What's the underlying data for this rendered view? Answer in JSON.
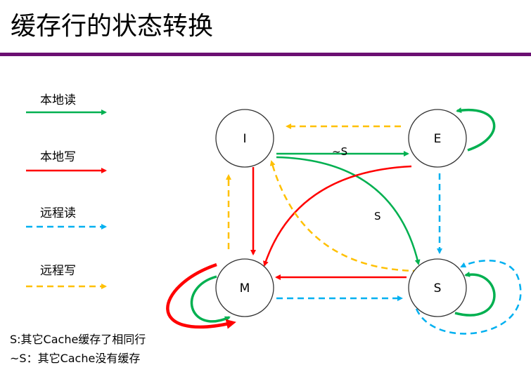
{
  "title": "缓存行的状态转换",
  "legend": [
    {
      "label": "本地读",
      "color": "#00b050",
      "style": "solid"
    },
    {
      "label": "本地写",
      "color": "#ff0000",
      "style": "solid"
    },
    {
      "label": "远程读",
      "color": "#00b0f0",
      "style": "dashed"
    },
    {
      "label": "远程写",
      "color": "#ffc000",
      "style": "dashed"
    }
  ],
  "states": {
    "I": "I",
    "E": "E",
    "M": "M",
    "S": "S"
  },
  "edge_labels": {
    "not_shared": "~S",
    "shared": "S"
  },
  "notes": [
    "S:其它Cache缓存了相同行",
    "~S：其它Cache没有缓存"
  ]
}
